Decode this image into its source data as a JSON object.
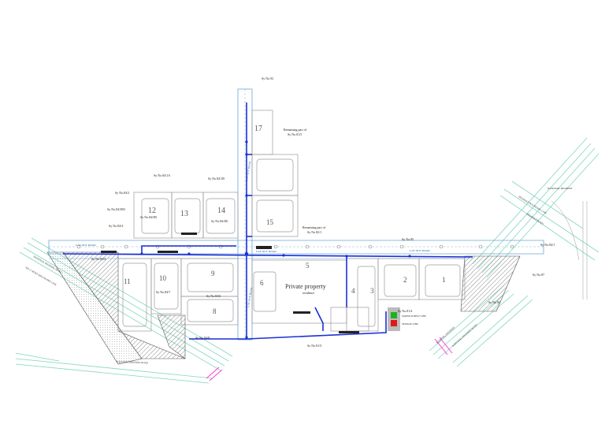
{
  "survey_labels": [
    {
      "id": "top",
      "text": "Sy No.92"
    },
    {
      "id": "rem-upper",
      "text": "Remaining part of"
    },
    {
      "id": "rem-upper-2",
      "text": "Sy No.81/5"
    },
    {
      "id": "n-left",
      "text": "Sy No.84/1A"
    },
    {
      "id": "n-mid",
      "text": "Sy No.84/1B"
    },
    {
      "id": "w1",
      "text": "Sy No.84/2"
    },
    {
      "id": "w2",
      "text": "Sy No.84/3B3"
    },
    {
      "id": "w3",
      "text": "Sy No.84/4"
    },
    {
      "id": "p12",
      "text": "Sy No.84/5B"
    },
    {
      "id": "p14",
      "text": "Sy No.84/3B"
    },
    {
      "id": "rem-mid",
      "text": "Remaining part of"
    },
    {
      "id": "rem-mid-2",
      "text": "Sy No.82/1"
    },
    {
      "id": "ne",
      "text": "Sy No.85"
    },
    {
      "id": "e1",
      "text": "Sy No.84/1"
    },
    {
      "id": "e2",
      "text": "Sy No.87"
    },
    {
      "id": "p10",
      "text": "Sy No.84/4"
    },
    {
      "id": "p10b",
      "text": "Sy No.84/7"
    },
    {
      "id": "p9",
      "text": "Sy No.84/6"
    },
    {
      "id": "sw",
      "text": "Sy No.84/8"
    },
    {
      "id": "s1",
      "text": "Sy No.81/3"
    },
    {
      "id": "s2",
      "text": "Sy No.81/4"
    },
    {
      "id": "e3",
      "text": "Sy No.89"
    }
  ],
  "plots": [
    {
      "id": "1",
      "text": "1"
    },
    {
      "id": "2",
      "text": "2"
    },
    {
      "id": "3",
      "text": "3"
    },
    {
      "id": "4",
      "text": "4"
    },
    {
      "id": "5",
      "text": "5"
    },
    {
      "id": "6",
      "text": "6"
    },
    {
      "id": "8",
      "text": "8"
    },
    {
      "id": "9",
      "text": "9"
    },
    {
      "id": "10",
      "text": "10"
    },
    {
      "id": "11",
      "text": "11"
    },
    {
      "id": "12",
      "text": "12"
    },
    {
      "id": "13",
      "text": "13"
    },
    {
      "id": "14",
      "text": "14"
    },
    {
      "id": "15",
      "text": "15"
    },
    {
      "id": "17",
      "text": "17"
    }
  ],
  "private_property": {
    "title": "Private property",
    "subtitle": "residence"
  },
  "roads": {
    "main": "LAY OUT ROAD",
    "main_2": "LAY OUT ROAD",
    "east": "LAY OUT ROAD",
    "vertical": "LAY OUT ROAD",
    "vertical_2": "LAY OUT ROAD"
  },
  "highway_labels": {
    "sw_1": "NATIONAL HIGHWAY ROAD",
    "sw_2": "NH 17 ROAD BOUNDARY LINE",
    "sw_3": "EXISTING HIGHWAY ROAD",
    "ne_1": "NATIONAL HIGHWAY",
    "ne_2": "HIGHWAY BOUNDARY LINE",
    "ne_3": "HIGHWAY ROAD",
    "se_1": "NATIONAL HIGHWAY ROAD",
    "se_2": "EXISTING HIGHWAY"
  },
  "colors": {
    "pipe": "#1a2fd6",
    "road": "#6aa6d8",
    "plot": "#9a9a9a",
    "hatch": "#777777",
    "highway": "#7fd6c0",
    "highway_sw": "#7fd6c0",
    "legend_green": "#1db11d",
    "legend_red": "#e01818",
    "magenta": "#ff3cd2"
  },
  "legend": [
    {
      "color_key": "legend_green",
      "text": "WATER SUPPLY LINE"
    },
    {
      "color_key": "legend_red",
      "text": "SEWAGE LINE"
    }
  ]
}
